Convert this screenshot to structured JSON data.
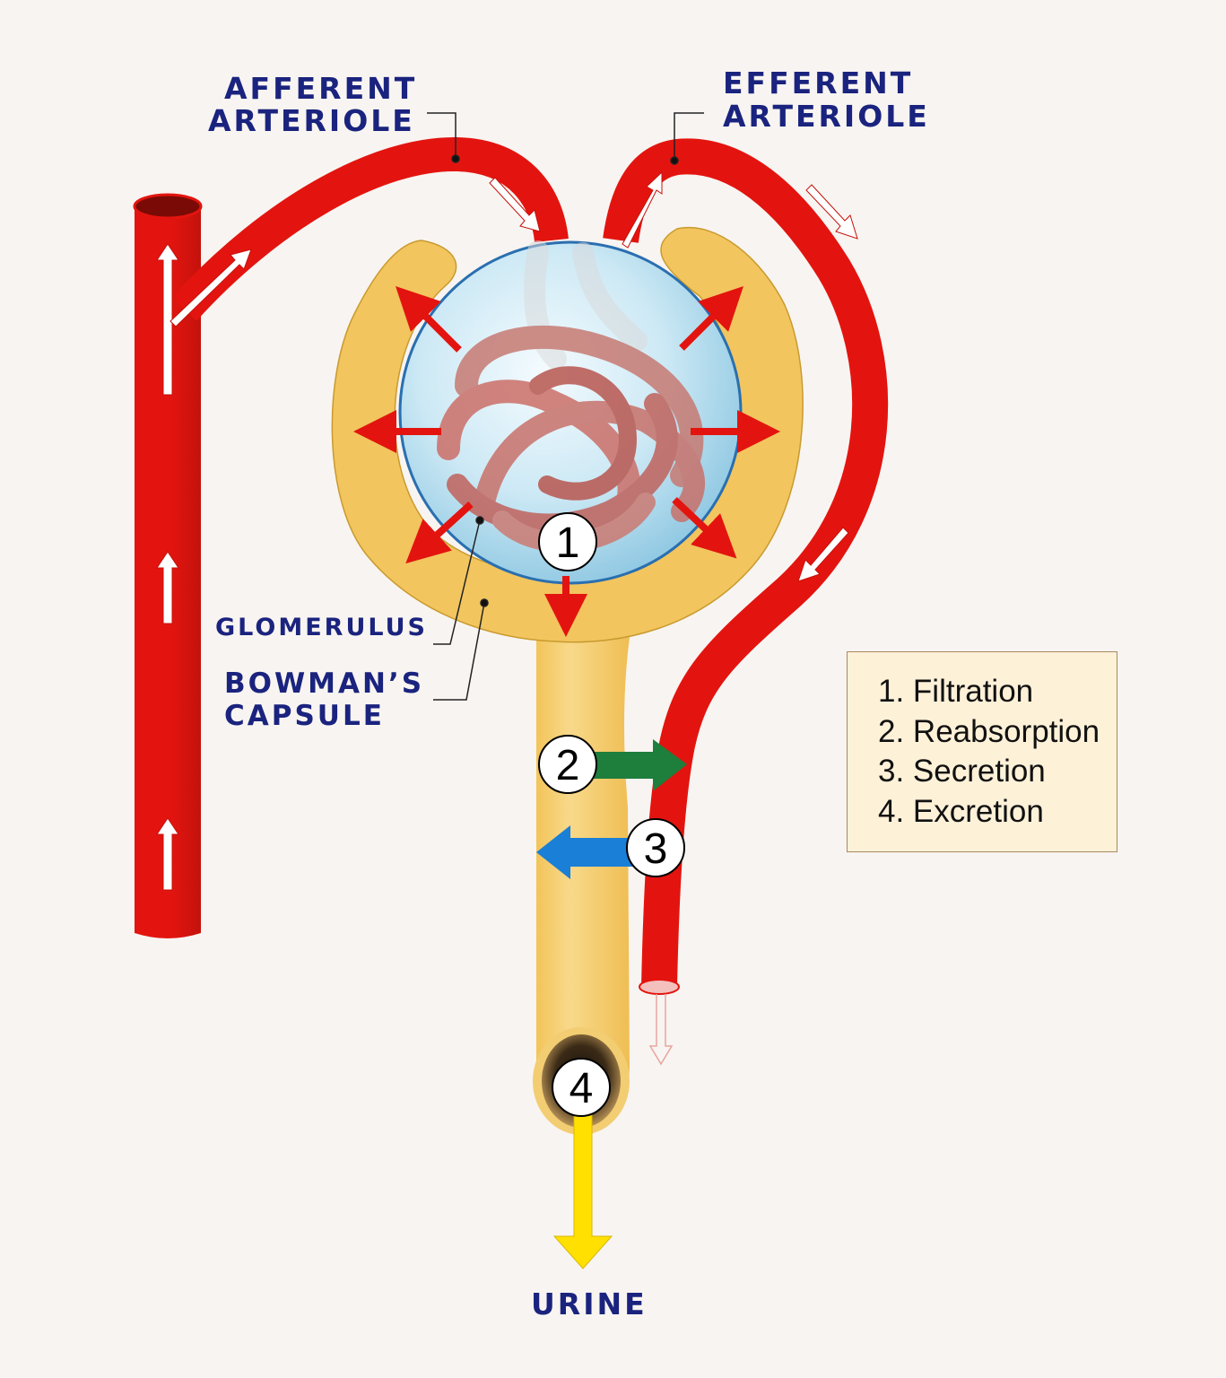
{
  "labels": {
    "afferent_line1": "AFFERENT",
    "afferent_line2": "ARTERIOLE",
    "efferent_line1": "EFFERENT",
    "efferent_line2": "ARTERIOLE",
    "glomerulus": "GLOMERULUS",
    "bowmans_line1": "BOWMAN’S",
    "bowmans_line2": "CAPSULE",
    "urine": "URINE"
  },
  "steps": [
    {
      "number": "1",
      "name": "Filtration"
    },
    {
      "number": "2",
      "name": "Reabsorption"
    },
    {
      "number": "3",
      "name": "Secretion"
    },
    {
      "number": "4",
      "name": "Excretion"
    }
  ],
  "legend": {
    "items": [
      "1. Filtration",
      "2. Reabsorption",
      "3. Secretion",
      "4. Excretion"
    ]
  },
  "colors": {
    "background": "#f8f4f1",
    "vessel": "#e3140f",
    "tubule": "#f5d27a",
    "capsule": "#f2c55e",
    "glomerulus_sphere": "#bfe3f2",
    "filtration_arrow": "#e3140f",
    "reabsorption_arrow": "#1e7e3c",
    "secretion_arrow": "#1a7fd6",
    "excretion_arrow": "#ffe000",
    "label": "#1a237e"
  },
  "icons": {
    "flow_arrow": "white-flow-arrow-icon",
    "number_badge": "circle-number-badge"
  }
}
